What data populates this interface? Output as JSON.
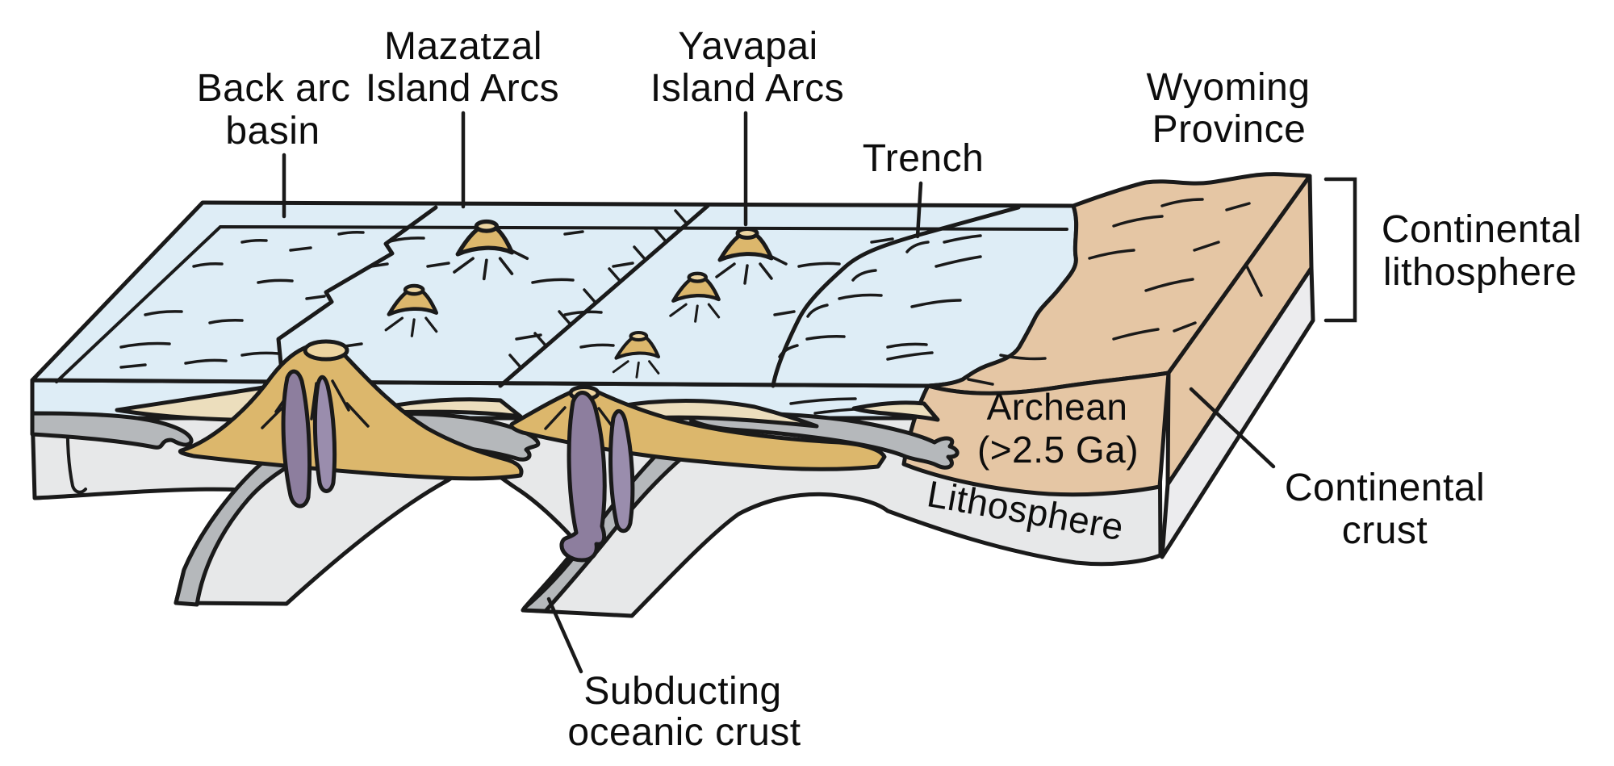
{
  "diagram": {
    "type": "geology-block-diagram",
    "labels": {
      "back_arc_basin": {
        "line1": "Back arc",
        "line2": "basin"
      },
      "mazatzal_island_arcs": {
        "line1": "Mazatzal",
        "line2": "Island Arcs"
      },
      "yavapai_island_arcs": {
        "line1": "Yavapai",
        "line2": "Island Arcs"
      },
      "trench": {
        "text": "Trench"
      },
      "wyoming_province": {
        "line1": "Wyoming",
        "line2": "Province"
      },
      "continental_lithosphere": {
        "line1": "Continental",
        "line2": "lithosphere"
      },
      "archean": {
        "line1": "Archean",
        "line2": "(>2.5 Ga)"
      },
      "continental_crust": {
        "line1": "Continental",
        "line2": "crust"
      },
      "lithosphere_band": {
        "text": "Lithosphere"
      },
      "subducting_oceanic_crust": {
        "line1": "Subducting",
        "line2": "oceanic crust"
      }
    },
    "colors": {
      "ocean_surface": "#deedf6",
      "continental_tan": "#e5c6a4",
      "volcano_gold": "#dcb76c",
      "crater_light": "#ecd4a0",
      "sediment_beige": "#ecdebd",
      "crust_gray": "#b5b8bb",
      "lithosphere_gray": "#e7e8e9",
      "side_face_gray": "#ececee",
      "magma_purple": "#8d7e9e",
      "magma_purple_light": "#9a8dad",
      "outline": "#1a1a1a"
    }
  }
}
